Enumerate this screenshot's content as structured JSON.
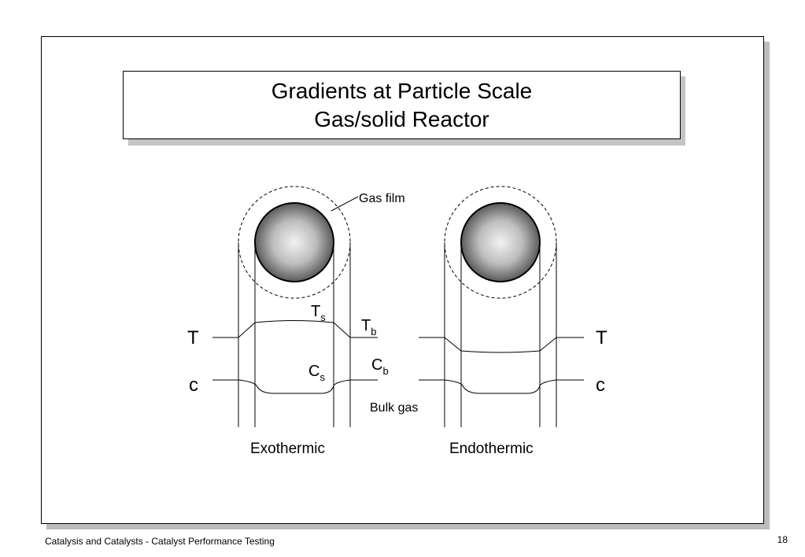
{
  "title": {
    "line1": "Gradients at Particle Scale",
    "line2": "Gas/solid Reactor"
  },
  "labels": {
    "gas_film": "Gas film",
    "T_left": "T",
    "c_left": "c",
    "T_right": "T",
    "c_right": "c",
    "Ts_main": "T",
    "Ts_sub": "s",
    "Tb_main": "T",
    "Tb_sub": "b",
    "Cs_main": "C",
    "Cs_sub": "s",
    "Cb_main": "C",
    "Cb_sub": "b",
    "bulk_gas": "Bulk gas",
    "exothermic": "Exothermic",
    "endothermic": "Endothermic"
  },
  "footer": {
    "course": "Catalysis and Catalysts - Catalyst Performance Testing",
    "page_number": "18"
  },
  "colors": {
    "line": "#000000",
    "slide_shadow": "#bdbdbd",
    "sphere_center": "#f0f0f0",
    "sphere_edge": "#5a5a5a"
  }
}
